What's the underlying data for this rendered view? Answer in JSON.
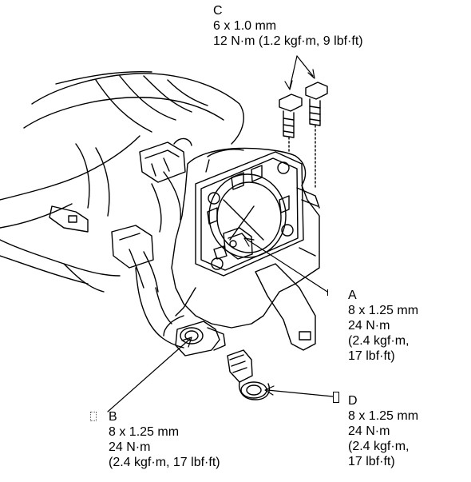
{
  "callouts": {
    "a": {
      "letter": "A",
      "size": "8 x 1.25 mm",
      "torque_nm": "24 N·m",
      "torque_alt_1": "(2.4 kgf·m,",
      "torque_alt_2": "17 lbf·ft)"
    },
    "b": {
      "letter": "B",
      "size": "8 x 1.25 mm",
      "torque_nm": "24 N·m",
      "torque_alt": "(2.4 kgf·m, 17 lbf·ft)"
    },
    "c": {
      "letter": "C",
      "size": "6 x 1.0 mm",
      "torque": "12 N·m (1.2 kgf·m, 9 lbf·ft)"
    },
    "d": {
      "letter": "D",
      "size": "8 x 1.25 mm",
      "torque_nm": "24 N·m",
      "torque_alt_1": "(2.4 kgf·m,",
      "torque_alt_2": "17 lbf·ft)"
    }
  }
}
